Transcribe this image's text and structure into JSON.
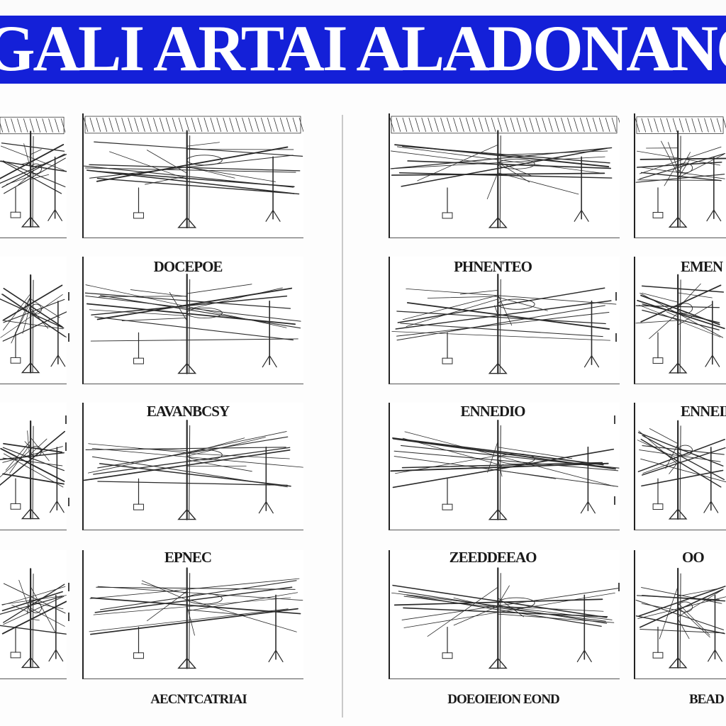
{
  "banner": {
    "title": "GALI ARTAI ALADONANCTS",
    "color": "#1420d8"
  },
  "row_labels": {
    "left": [
      "DOCEPOE",
      "EAVANBCSY",
      "EPNEC"
    ],
    "right": [
      "PHNENTEO",
      "ENNEDIO",
      "ZEEDDEEAO"
    ],
    "far_right": [
      "EMEN",
      "ENNEIN",
      "OO"
    ]
  },
  "bottom_captions": {
    "left": "AECNTCATRIAI",
    "right": "DOEOIEION EOND",
    "far_right": "BEAD"
  },
  "panels": {
    "drawing_style": "pencil-sketch",
    "subject": "aircraft-like truss structure",
    "rows": 4,
    "columns_per_half": 2
  }
}
